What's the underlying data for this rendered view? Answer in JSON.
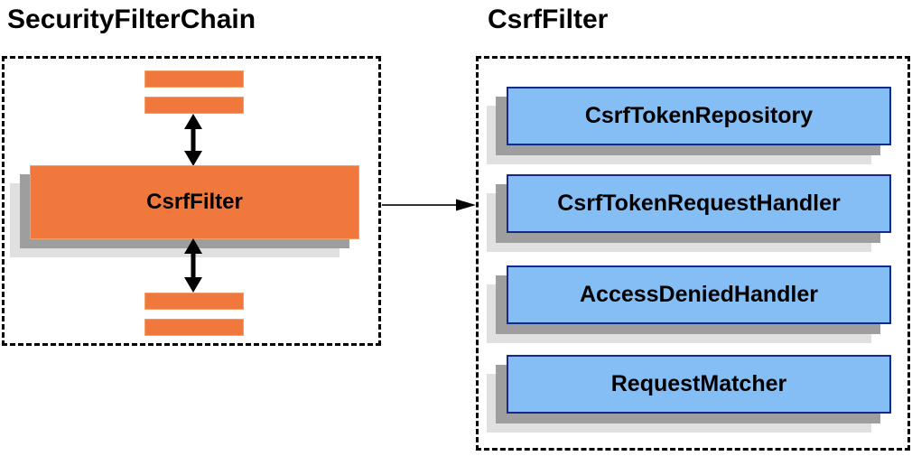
{
  "left_panel": {
    "title": "SecurityFilterChain",
    "main_box_label": "CsrfFilter"
  },
  "right_panel": {
    "title": "CsrfFilter",
    "components": [
      {
        "label": "CsrfTokenRepository"
      },
      {
        "label": "CsrfTokenRequestHandler"
      },
      {
        "label": "AccessDeniedHandler"
      },
      {
        "label": "RequestMatcher"
      }
    ]
  },
  "icons": {
    "vertical_double_arrow": "double-headed-vertical-arrow",
    "right_arrow": "right-pointing-arrow"
  },
  "colors": {
    "orange_fill": "#F0783C",
    "orange_border": "#F59E68",
    "blue_fill": "#85BDF5",
    "blue_border": "#12298F",
    "shadow_dark": "#9E9E9E",
    "shadow_light": "#E0E0E0",
    "arrow": "#000000",
    "dashed_border": "#000000",
    "text": "#000000"
  }
}
